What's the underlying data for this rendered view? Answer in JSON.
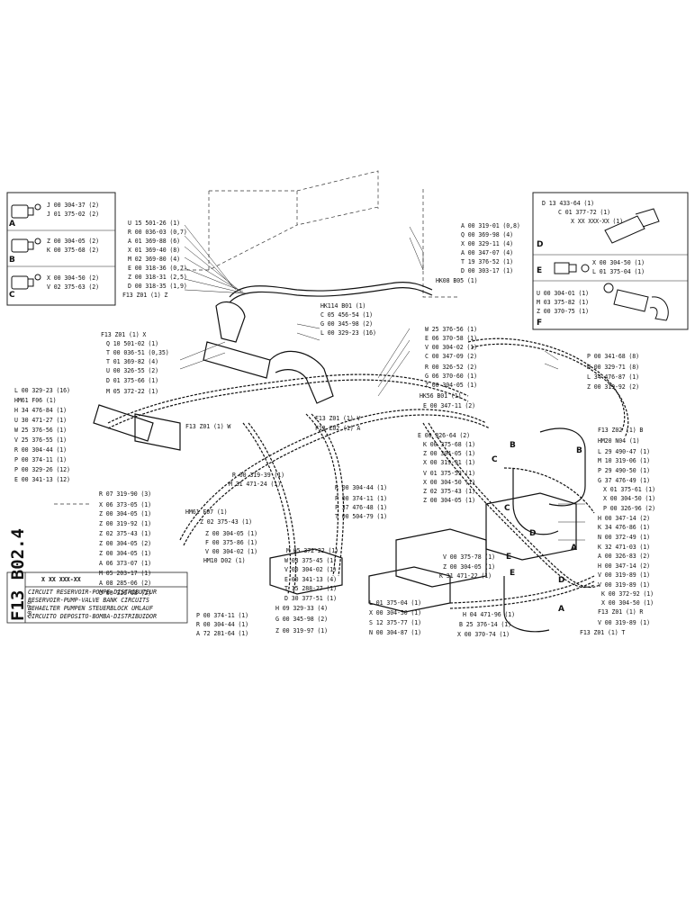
{
  "sheet": {
    "code": "F13 B02.4",
    "date": "10-79",
    "part_number_header": "X  XX  XXX-XX",
    "title_lines": [
      "CIRCUIT RESERVOIR-POMPE-DISTRIBUTEUR",
      "RESERVOIR-PUMP-VALVE BANK CIRCUITS",
      "BEHAELTER PUMPEN STEUERBLOCK UMLAUF",
      "CIRCUITO DEPOSITO-BOMBA-DISTRIBUIDOR"
    ]
  },
  "inset_left": {
    "A": [
      "J 00 304-37 (2)",
      "J 01 375-02 (2)"
    ],
    "B": [
      "Z 00 304-05 (2)",
      "K 00 375-68 (2)"
    ],
    "C": [
      "X 00 304-50 (2)",
      "V 02 375-63 (2)"
    ],
    "letters": [
      "A",
      "B",
      "C"
    ]
  },
  "inset_right": {
    "D": [
      "D 13 433-64 (1)",
      "C 01 377-72 (1)",
      "X XX XXX-XX (1)"
    ],
    "E": [
      "X 00 304-50 (1)",
      "L 01 375-04 (1)"
    ],
    "F": [
      "U 00 304-01 (1)",
      "M 03 375-82 (1)",
      "Z 00 370-75 (1)"
    ],
    "letters": [
      "D",
      "E",
      "F"
    ]
  },
  "labels_left": [
    "U 15 501-26 (1)",
    "R 00 036-03 (0,7)",
    "A 01 369-88 (6)",
    "X 01 369-40 (8)",
    "M 02 369-80 (4)",
    "E 00 318-36 (0,7)",
    "Z 00 318-31 (2,5)",
    "D 00 318-35 (1,9)",
    "F13 Z01 (1) Z",
    "F13 Z01 (1) X",
    "Q 10 501-02 (1)",
    "T 00 036-51 (0,35)",
    "T 01 369-82 (4)",
    "U 00 326-55 (2)",
    "D 01 375-66 (1)",
    "M 05 372-22 (1)",
    "L 00 329-23 (16)",
    "HM61 F06 (1)",
    "H 34 476-84 (1)",
    "U 30 471-27 (1)",
    "W 25 376-56 (1)",
    "V 25 376-55 (1)",
    "R 00 304-44 (1)",
    "P 00 374-11 (1)",
    "P 00 329-26 (12)",
    "E 00 341-13 (12)"
  ],
  "labels_center": [
    "HK114 B01 (1)",
    "C 05 456-54 (1)",
    "G 00 345-98 (2)",
    "L 00 329-23 (16)",
    "F13 Z01 (1) W",
    "F13 Z01 (1) V",
    "F13 Z02 (1) A",
    "HK56 B01 (1)",
    "HK08 B05 (1)",
    "A 00 319-01 (0,8)",
    "Q 00 369-98 (4)",
    "X 00 329-11 (4)",
    "A 00 347-07 (4)",
    "T 19 376-52 (1)",
    "D 00 303-17 (1)",
    "W 25 376-56 (1)",
    "E 06 370-58 (1)",
    "V 00 304-02 (1)",
    "C 00 347-09 (2)",
    "R 00 326-52 (2)",
    "G 06 370-60 (1)",
    "Z 00 304-05 (1)",
    "E 00 347-11 (2)",
    "E 00 326-64 (2)",
    "K 00 375-68 (1)",
    "Z 00 304-05 (1)",
    "X 00 319-91 (1)",
    "V 01 375-59 (1)",
    "X 00 304-50 (1)",
    "Z 02 375-43 (1)",
    "Z 00 304-05 (1)",
    "R 00 319-39 (1)",
    "M 31 471-24 (1)",
    "R 00 304-44 (1)",
    "P 00 374-11 (1)",
    "F 37 476-48 (1)",
    "T 00 504-79 (1)",
    "R 07 319-90 (3)",
    "X 06 373-05 (1)",
    "Z 00 304-05 (1)",
    "Z 00 319-92 (1)",
    "HM61 F07 (1)",
    "Z 02 375-43 (1)",
    "Z 02 375-43 (1)",
    "Z 00 304-05 (2)",
    "Z 00 304-05 (1)",
    "Z 00 304-05 (1)",
    "F 00 375-86 (1)",
    "V 00 304-02 (1)",
    "HM10 D02 (1)",
    "A 06 373-07 (1)",
    "M 05 203-17 (1)",
    "A 08 285-06 (2)",
    "U 00 326-68 (2)",
    "M 05 372-22 (1)",
    "W 03 375-45 (1)",
    "V 00 304-02 (1)",
    "E 00 341-13 (4)",
    "T 15 288-27 (1)",
    "D 30 377-51 (1)",
    "H 09 329-33 (4)",
    "G 00 345-98 (2)",
    "Z 00 319-97 (1)",
    "P 00 374-11 (1)",
    "R 00 304-44 (1)",
    "A 72 281-64 (1)",
    "V 00 375-78 (1)",
    "Z 00 304-05 (1)",
    "K 31 471-22 (1)",
    "L 01 375-04 (1)",
    "X 00 304-50 (1)",
    "S 12 375-77 (1)",
    "N 00 304-87 (1)",
    "H 04 471-96 (1)",
    "B 25 376-14 (1)",
    "X 00 370-74 (1)"
  ],
  "labels_right": [
    "P 00 341-68 (8)",
    "N 00 329-71 (8)",
    "L 34 476-87 (1)",
    "Z 00 319-92 (2)",
    "F13 Z02 (1) B",
    "HM20 N04 (1)",
    "L 29 490-47 (1)",
    "M 10 319-06 (1)",
    "P 29 490-50 (1)",
    "G 37 476-49 (1)",
    "X 01 375-61 (1)",
    "X 00 304-50 (1)",
    "P 00 326-96 (2)",
    "H 00 347-14 (2)",
    "K 34 476-86 (1)",
    "N 00 372-49 (1)",
    "K 32 471-03 (1)",
    "A 00 326-83 (2)",
    "H 00 347-14 (2)",
    "V 00 319-89 (1)",
    "V 00 319-89 (1)",
    "K 00 372-92 (1)",
    "X 00 304-50 (1)",
    "F13 Z01 (1) R",
    "V 00 319-89 (1)",
    "F13 Z01 (1) T"
  ],
  "diagram_letters": [
    "A",
    "B",
    "C",
    "D",
    "E",
    "A",
    "B",
    "C",
    "D",
    "E"
  ]
}
